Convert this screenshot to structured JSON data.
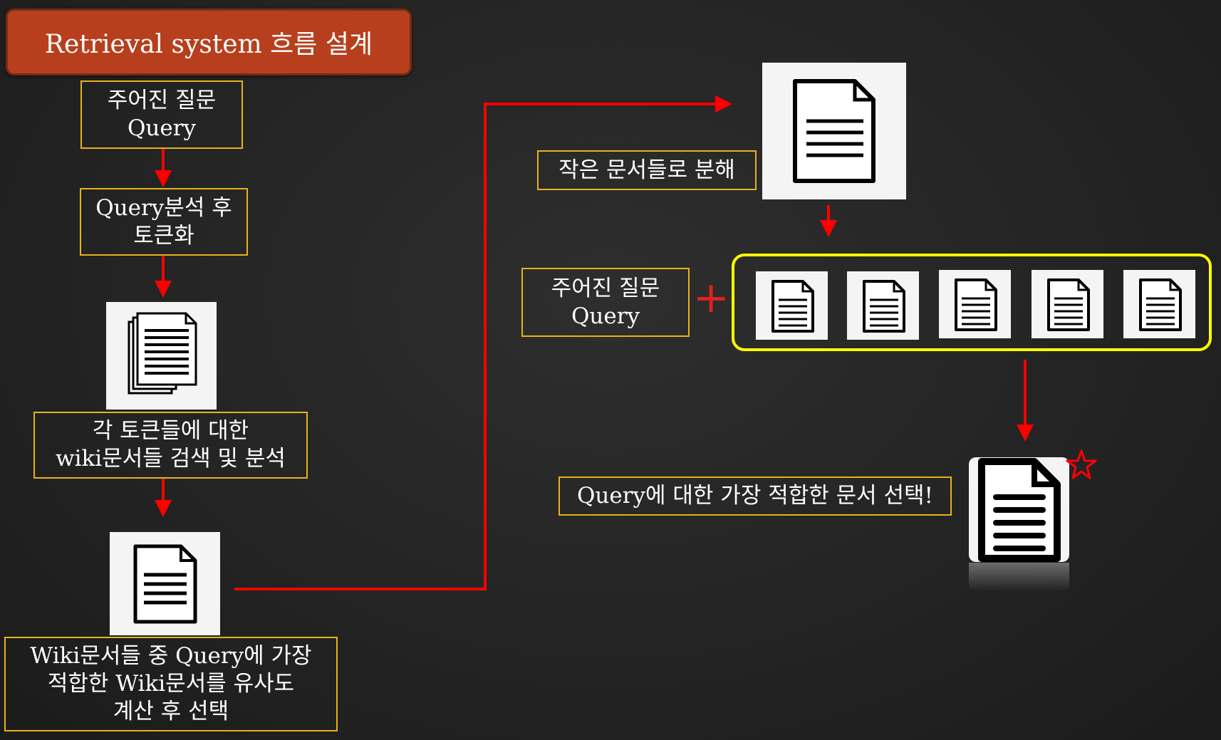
{
  "title": "Retrieval system 흐름 설계",
  "left_flow": {
    "step1": {
      "line1": "주어진 질문",
      "line2": "Query"
    },
    "step2": {
      "line1": "Query분석 후",
      "line2": "토큰화"
    },
    "step3": {
      "line1": "각 토큰들에 대한",
      "line2": "wiki문서들 검색 및 분석"
    },
    "step4": {
      "line1": "Wiki문서들 중 Query에 가장",
      "line2": "적합한 Wiki문서를 유사도",
      "line3": "계산 후 선택"
    }
  },
  "right_flow": {
    "split_label": "작은 문서들로 분해",
    "query": {
      "line1": "주어진 질문",
      "line2": "Query"
    },
    "plus_symbol": "+",
    "final_label": "Query에 대한 가장 적합한 문서 선택!"
  },
  "colors": {
    "title_fill": "#b83f1d",
    "box_border": "#e8b21b",
    "arrow": "#ff0000",
    "group_border": "#ffff00",
    "plus": "#e02020",
    "star": "#ff0000"
  },
  "icons": [
    "document-icon",
    "stacked-documents-icon",
    "star-icon"
  ]
}
